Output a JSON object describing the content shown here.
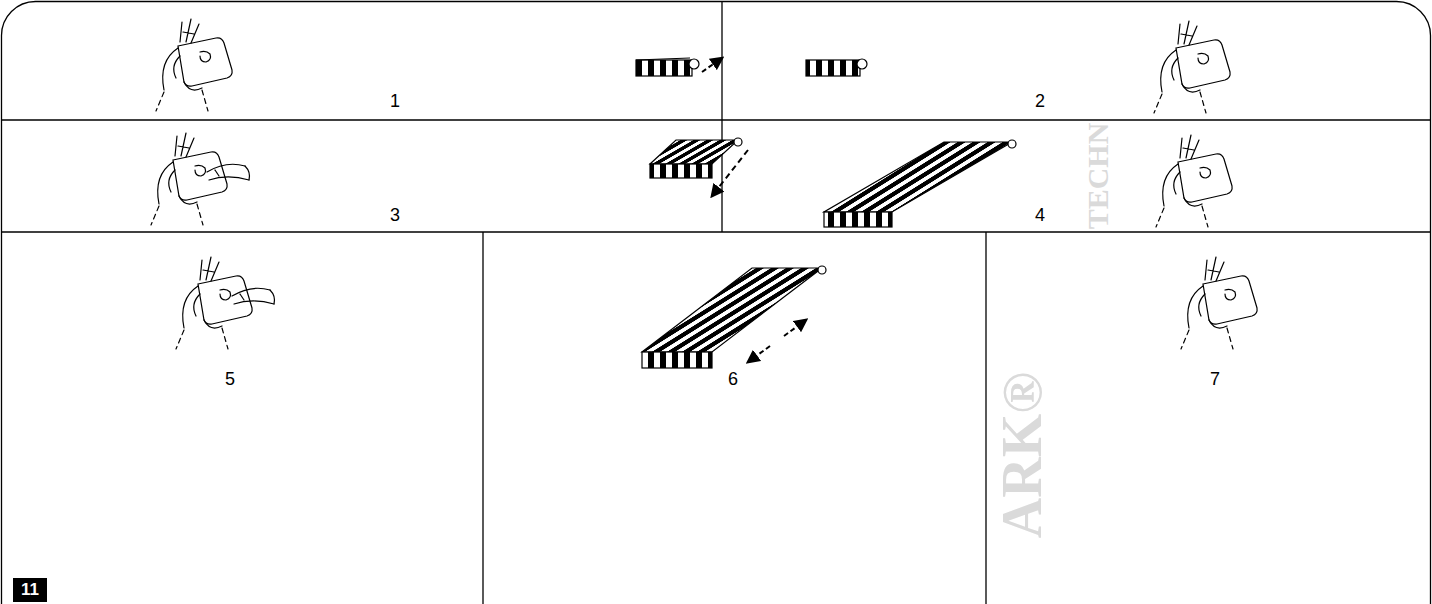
{
  "diagram": {
    "labels": [
      "1",
      "2",
      "3",
      "4",
      "5",
      "6",
      "7",
      "11",
      "TECHN",
      "ARK®"
    ]
  }
}
